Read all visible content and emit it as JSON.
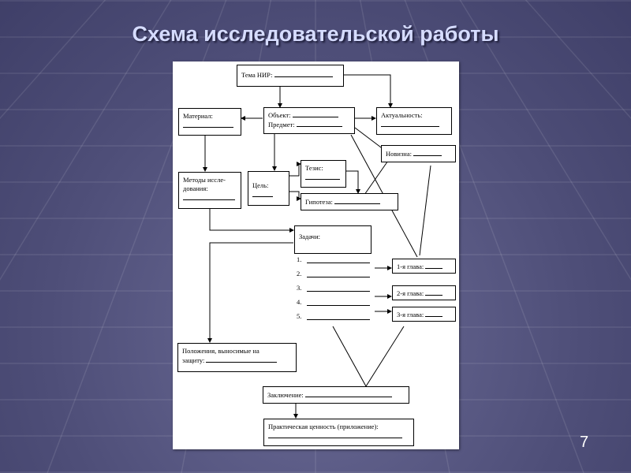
{
  "slide": {
    "title": "Схема исследовательской работы",
    "page_number": "7"
  },
  "diagram": {
    "topic": "Тема НИР:",
    "material": "Материал:",
    "object": "Объект:",
    "subject": "Предмет:",
    "relevance": "Актуальность:",
    "novelty": "Новизна:",
    "methods_line1": "Методы иссле-",
    "methods_line2": "дования:",
    "goal": "Цель:",
    "thesis": "Тезис:",
    "hypothesis": "Гипотеза:",
    "tasks": "Задачи:",
    "task_numbers": [
      "1.",
      "2.",
      "3.",
      "4.",
      "5."
    ],
    "chapter1": "1-я глава:",
    "chapter2": "2-я глава:",
    "chapter3": "3-я глава:",
    "defense_line1": "Положения, выносимые на",
    "defense_line2": "защиту:",
    "conclusion": "Заключение:",
    "practical_value": "Практическая ценность (приложение):"
  }
}
